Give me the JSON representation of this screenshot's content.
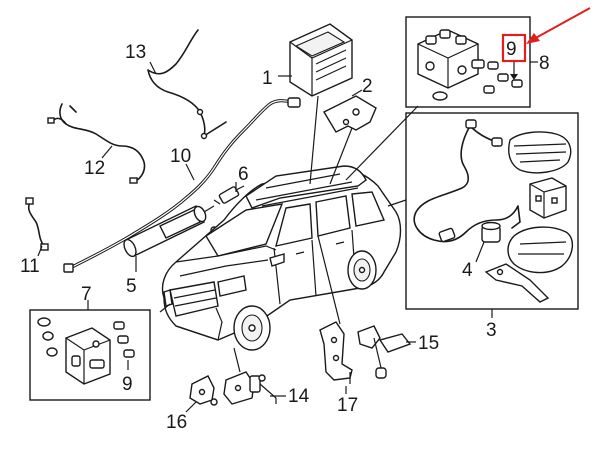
{
  "callouts": {
    "c1": "1",
    "c2": "2",
    "c3": "3",
    "c4": "4",
    "c5": "5",
    "c6": "6",
    "c7": "7",
    "c8": "8",
    "c9_top": "9",
    "c9_left": "9",
    "c10": "10",
    "c11": "11",
    "c12": "12",
    "c13": "13",
    "c14": "14",
    "c15": "15",
    "c16": "16",
    "c17": "17"
  },
  "colors": {
    "line": "#1a1a1a",
    "highlight": "#e0201b",
    "background": "#ffffff"
  }
}
